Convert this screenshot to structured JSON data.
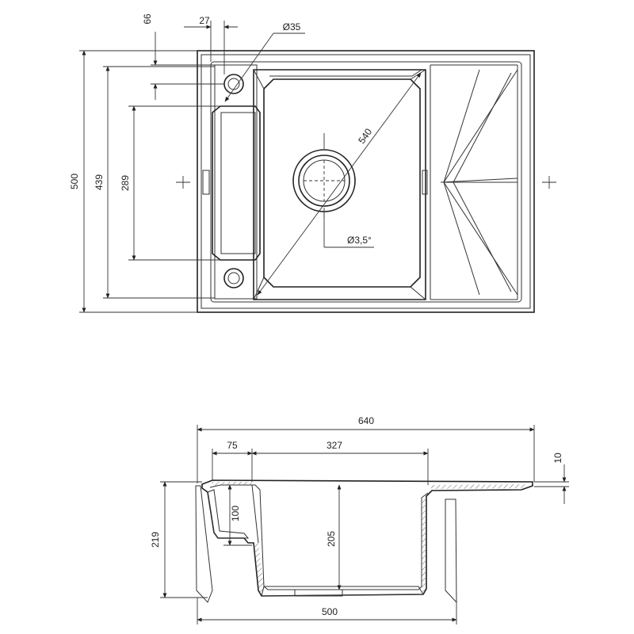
{
  "top_view": {
    "dims": {
      "overall_height": "500",
      "inner_height": "439",
      "side_height": "289",
      "top_offset": "66",
      "tap_hole_offset": "27",
      "tap_hole_diameter": "Ø35",
      "bowl_diagonal": "540",
      "drain_angle": "Ø3,5°"
    }
  },
  "section_view": {
    "dims": {
      "overall_width": "640",
      "ledge_width": "75",
      "bowl_width": "327",
      "rim_thickness": "10",
      "ledge_depth": "100",
      "bowl_depth": "205",
      "overall_depth": "219",
      "base_width": "500"
    }
  }
}
